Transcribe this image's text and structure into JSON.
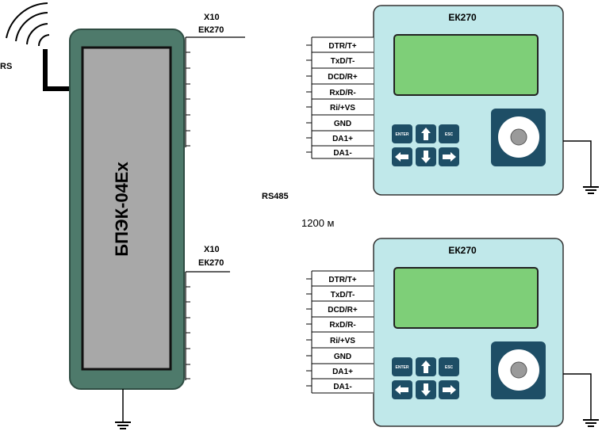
{
  "colors": {
    "bpek_body": "#4e7a6b",
    "bpek_screen": "#a8a8a8",
    "ek_body": "#c0e8ea",
    "ek_display": "#7ecf78",
    "ek_keys": "#1e4e66",
    "ek_knob": "#1e4e66"
  },
  "antenna": {
    "label": "RS"
  },
  "bpek": {
    "name": "БПЭК-04Ex"
  },
  "connectors": [
    {
      "line1": "X10",
      "line2": "ЕК270"
    },
    {
      "line1": "X10",
      "line2": "ЕК270"
    }
  ],
  "bus": {
    "label": "RS485",
    "distance_label": "1200 м"
  },
  "devices": [
    {
      "title": "ЕК270",
      "pins": [
        "DTR/T+",
        "TxD/T-",
        "DCD/R+",
        "RxD/R-",
        "Ri/+VS",
        "GND",
        "DA1+",
        "DA1-"
      ],
      "keys": {
        "enter": "ENTER",
        "esc": "ESC"
      }
    },
    {
      "title": "ЕК270",
      "pins": [
        "DTR/T+",
        "TxD/T-",
        "DCD/R+",
        "RxD/R-",
        "Ri/+VS",
        "GND",
        "DA1+",
        "DA1-"
      ],
      "keys": {
        "enter": "ENTER",
        "esc": "ESC"
      }
    }
  ]
}
